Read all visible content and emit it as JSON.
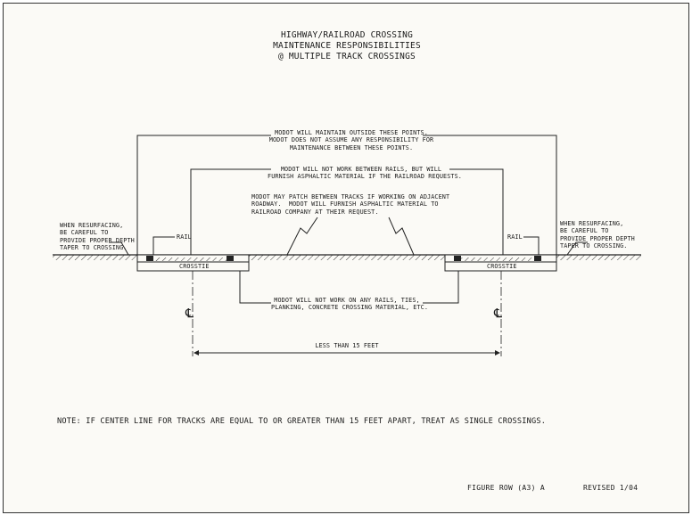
{
  "title_lines": [
    "HIGHWAY/RAILROAD CROSSING",
    "MAINTENANCE RESPONSIBILITIES",
    "@ MULTIPLE TRACK CROSSINGS"
  ],
  "callouts": {
    "outside_points": "MODOT WILL MAINTAIN OUTSIDE THESE POINTS.\nMODOT DOES NOT ASSUME ANY RESPONSIBILITY FOR\nMAINTENANCE BETWEEN THESE POINTS.",
    "between_rails": "MODOT WILL NOT WORK BETWEEN RAILS, BUT WILL\nFURNISH ASPHALTIC MATERIAL IF THE RAILROAD REQUESTS.",
    "patch_tracks": "MODOT MAY PATCH BETWEEN TRACKS IF WORKING ON ADJACENT\nROADWAY.  MODOT WILL FURNISH ASPHALTIC MATERIAL TO\nRAILROAD COMPANY AT THEIR REQUEST.",
    "resurfacing_left": "WHEN RESURFACING,\nBE CAREFUL TO\nPROVIDE PROPER DEPTH\nTAPER TO CROSSING.",
    "resurfacing_right": "WHEN RESURFACING,\nBE CAREFUL TO\nPROVIDE PROPER DEPTH\nTAPER TO CROSSING.",
    "will_not_work": "MODOT WILL NOT WORK ON ANY RAILS, TIES,\nPLANKING, CONCRETE CROSSING MATERIAL, ETC."
  },
  "labels": {
    "rail_left": "RAIL",
    "rail_right": "RAIL",
    "crosstie_left": "CROSSTIE",
    "crosstie_right": "CROSSTIE",
    "centerline_symbol": "℄",
    "dimension": "LESS THAN 15 FEET"
  },
  "note": "NOTE: IF CENTER LINE FOR TRACKS ARE EQUAL TO OR GREATER THAN 15 FEET APART, TREAT AS SINGLE CROSSINGS.",
  "footer": {
    "figure": "FIGURE ROW (A3) A",
    "revised": "REVISED 1/04"
  }
}
